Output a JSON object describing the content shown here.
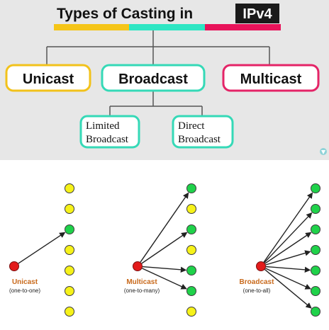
{
  "header": {
    "title_prefix": "Types of Casting in",
    "title_highlight": "IPv4",
    "underline_colors": [
      "#f5c518",
      "#2ee6c3",
      "#e8135a"
    ]
  },
  "tree": {
    "level1": [
      {
        "label": "Unicast",
        "border": "#f2c21b"
      },
      {
        "label": "Broadcast",
        "border": "#35d9b7"
      },
      {
        "label": "Multicast",
        "border": "#e42467"
      }
    ],
    "level2": [
      {
        "line1": "Limited",
        "line2": "Broadcast",
        "border": "#35d9b7"
      },
      {
        "line1": "Direct",
        "line2": "Broadcast",
        "border": "#35d9b7"
      }
    ]
  },
  "colors": {
    "sender": "#e31b1b",
    "receiver_active": "#1fd24a",
    "receiver_inactive": "#f6f219",
    "label_text": "#c8691b",
    "connector": "#3d3d3d"
  },
  "illustrations": [
    {
      "name": "Unicast",
      "subtitle": "(one-to-one)",
      "nodes": [
        false,
        false,
        true,
        false,
        false,
        false,
        false
      ]
    },
    {
      "name": "Multicast",
      "subtitle": "(one-to-many)",
      "nodes": [
        true,
        false,
        true,
        false,
        true,
        true,
        false
      ]
    },
    {
      "name": "Broadcast",
      "subtitle": "(one-to-all)",
      "nodes": [
        true,
        true,
        true,
        true,
        true,
        true,
        true
      ]
    }
  ]
}
